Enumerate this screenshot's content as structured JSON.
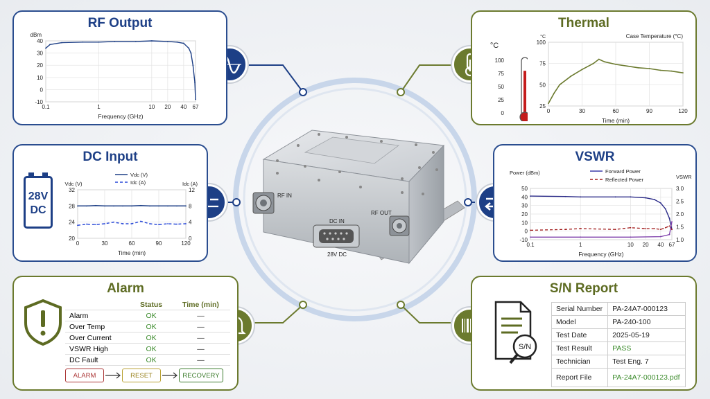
{
  "rf_output": {
    "title": "RF Output",
    "y_unit": "dBm",
    "y_ticks": [
      "40",
      "30",
      "20",
      "10",
      "0",
      "-10"
    ],
    "x_ticks": [
      "0.1",
      "1",
      "10",
      "20",
      "40",
      "67"
    ],
    "xlabel": "Frequency (GHz)"
  },
  "thermal": {
    "title": "Thermal",
    "thermo_unit": "°C",
    "thermo_ticks": [
      "100",
      "75",
      "50",
      "25",
      "0"
    ],
    "chart_unit": "°C",
    "chart_title": "Case Temperature (°C)",
    "y_ticks": [
      "100",
      "75",
      "50",
      "25"
    ],
    "x_ticks": [
      "0",
      "30",
      "60",
      "90",
      "120"
    ],
    "xlabel": "Time (min)"
  },
  "dc_input": {
    "title": "DC Input",
    "battery_label_1": "28V",
    "battery_label_2": "DC",
    "y_left_unit": "Vdc (V)",
    "y_right_unit": "Idc (A)",
    "legend_vdc": "Vdc (V)",
    "legend_idc": "Idc (A)",
    "y_left_ticks": [
      "32",
      "28",
      "24",
      "20"
    ],
    "y_right_ticks": [
      "12",
      "8",
      "4",
      "0"
    ],
    "x_ticks": [
      "0",
      "30",
      "60",
      "90",
      "120"
    ],
    "xlabel": "Time (min)"
  },
  "vswr": {
    "title": "VSWR",
    "y_left_unit": "Power (dBm)",
    "y_right_unit": "VSWR",
    "legend_forward": "Forward Power",
    "legend_reflected": "Reflected Power",
    "y_left_ticks": [
      "50",
      "40",
      "30",
      "20",
      "10",
      "0",
      "-10"
    ],
    "y_right_ticks": [
      "3.0",
      "2.5",
      "2.0",
      "1.5",
      "1.0"
    ],
    "x_ticks": [
      "0.1",
      "1",
      "10",
      "20",
      "40",
      "67"
    ],
    "xlabel": "Frequency (GHz)"
  },
  "alarm": {
    "title": "Alarm",
    "header_status": "Status",
    "header_time": "Time (min)",
    "rows": [
      {
        "name": "Alarm",
        "status": "OK",
        "time": "—"
      },
      {
        "name": "Over Temp",
        "status": "OK",
        "time": "—"
      },
      {
        "name": "Over Current",
        "status": "OK",
        "time": "—"
      },
      {
        "name": "VSWR High",
        "status": "OK",
        "time": "—"
      },
      {
        "name": "DC Fault",
        "status": "OK",
        "time": "—"
      }
    ],
    "flow": [
      "ALARM",
      "RESET",
      "RECOVERY"
    ]
  },
  "sn_report": {
    "title": "S/N Report",
    "icon_label": "S/N",
    "rows": [
      {
        "key": "Serial Number",
        "value": "PA-24A7-000123"
      },
      {
        "key": "Model",
        "value": "PA-240-100"
      },
      {
        "key": "Test Date",
        "value": "2025-05-19"
      },
      {
        "key": "Test Result",
        "value": "PASS"
      },
      {
        "key": "Technician",
        "value": "Test Eng. 7"
      },
      {
        "key": "Report File",
        "value": "PA-24A7-000123.pdf"
      }
    ]
  },
  "device": {
    "label_rf_in": "RF IN",
    "label_rf_out": "RF OUT",
    "label_dc_in": "DC IN",
    "label_28v": "28V DC"
  },
  "colors": {
    "blue": "#1d3f86",
    "olive": "#6b7a2e",
    "alarm_red": "#a33",
    "reset_yellow": "#b8a030",
    "recovery_green": "#3a7a2a"
  },
  "chart_data": [
    {
      "type": "line",
      "title": "RF Output",
      "xlabel": "Frequency (GHz)",
      "ylabel": "dBm",
      "x_scale": "log",
      "xlim": [
        0.1,
        67
      ],
      "ylim": [
        -10,
        40
      ],
      "series": [
        {
          "x": [
            0.1,
            0.12,
            0.2,
            0.5,
            1,
            2,
            5,
            10,
            20,
            30,
            40,
            50,
            55,
            60,
            65,
            67
          ],
          "y": [
            34,
            37,
            38.5,
            39,
            39,
            39.5,
            39.5,
            40,
            39.5,
            39,
            38,
            34,
            30,
            20,
            6,
            -8
          ]
        }
      ]
    },
    {
      "type": "line",
      "title": "Case Temperature (°C)",
      "xlabel": "Time (min)",
      "ylabel": "°C",
      "xlim": [
        0,
        120
      ],
      "ylim": [
        25,
        100
      ],
      "series": [
        {
          "x": [
            0,
            5,
            10,
            20,
            30,
            40,
            45,
            50,
            60,
            70,
            80,
            90,
            100,
            110,
            120
          ],
          "y": [
            28,
            40,
            50,
            60,
            68,
            75,
            80,
            77,
            74,
            72,
            70,
            69,
            67,
            66,
            64
          ]
        }
      ]
    },
    {
      "type": "line",
      "title": "DC Input",
      "xlabel": "Time (min)",
      "xlim": [
        0,
        120
      ],
      "series": [
        {
          "name": "Vdc (V)",
          "axis": "left",
          "ylim": [
            20,
            32
          ],
          "x": [
            0,
            10,
            20,
            30,
            40,
            50,
            60,
            70,
            80,
            90,
            100,
            110,
            120
          ],
          "y": [
            28,
            28,
            28.1,
            28,
            28,
            28,
            28,
            28.1,
            28,
            28,
            28,
            28,
            28
          ]
        },
        {
          "name": "Idc (A)",
          "axis": "right",
          "ylim": [
            0,
            12
          ],
          "x": [
            0,
            10,
            20,
            30,
            40,
            50,
            60,
            70,
            80,
            90,
            100,
            110,
            120
          ],
          "y": [
            3.2,
            3.5,
            3.4,
            3.6,
            4.0,
            3.6,
            3.6,
            4.2,
            3.6,
            3.4,
            3.6,
            3.5,
            3.6
          ]
        }
      ]
    },
    {
      "type": "line",
      "title": "VSWR",
      "xlabel": "Frequency (GHz)",
      "x_scale": "log",
      "xlim": [
        0.1,
        67
      ],
      "series": [
        {
          "name": "Forward Power",
          "axis": "left",
          "ylim": [
            -10,
            50
          ],
          "x": [
            0.1,
            0.5,
            1,
            5,
            10,
            20,
            30,
            40,
            50,
            60,
            67
          ],
          "y": [
            41,
            40.5,
            40,
            40,
            40,
            39,
            37,
            33,
            26,
            15,
            2
          ]
        },
        {
          "name": "Reflected Power",
          "axis": "left",
          "ylim": [
            -10,
            50
          ],
          "x": [
            0.1,
            0.5,
            1,
            5,
            10,
            20,
            30,
            40,
            50,
            60,
            67
          ],
          "y": [
            1,
            2,
            3,
            2,
            4,
            3,
            3,
            2,
            4,
            6,
            2
          ]
        },
        {
          "name": "VSWR",
          "axis": "right",
          "ylim": [
            1.0,
            3.0
          ],
          "x": [
            0.1,
            1,
            10,
            40,
            60,
            67
          ],
          "y": [
            1.1,
            1.1,
            1.1,
            1.12,
            1.2,
            1.7
          ]
        }
      ]
    }
  ]
}
